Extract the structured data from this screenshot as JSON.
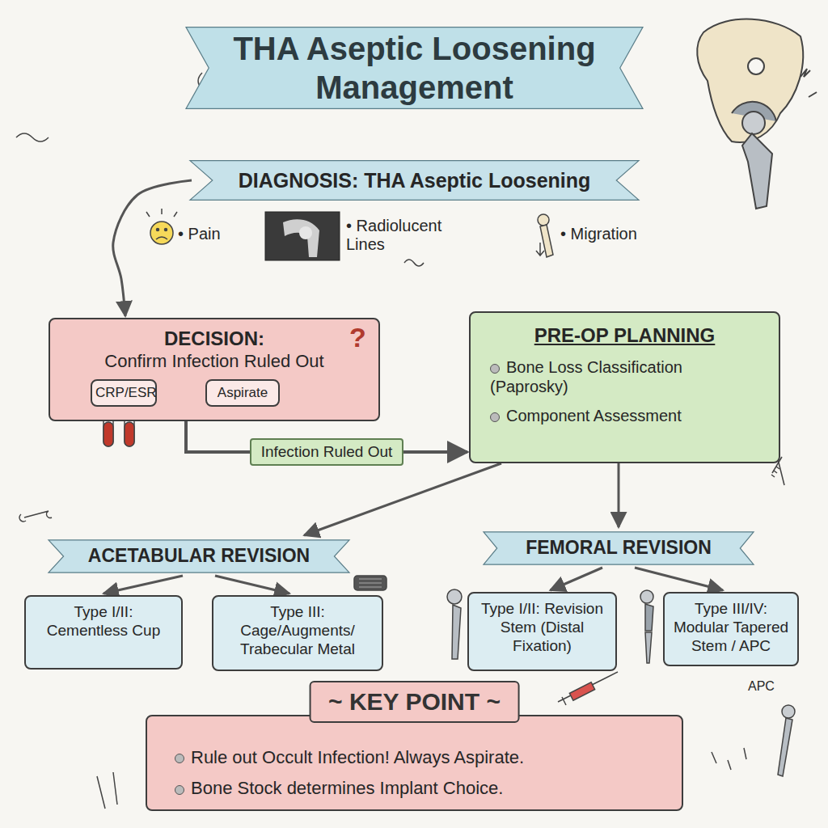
{
  "diagram": {
    "title": "THA Aseptic Loosening Management",
    "nodes": [
      {
        "text": [
          "DIAGNOSIS: THA Aseptic Loosening"
        ]
      },
      {
        "text": [
          "DECISION:",
          "Confirm Infection Ruled Out"
        ]
      },
      {
        "text": [
          "CRP/ESR"
        ],
        "in": 1
      },
      {
        "text": [
          "Aspirate"
        ],
        "in": 1
      },
      {
        "text": [
          "PRE-OP PLANNING",
          "Bone Loss Classification (Paprosky)",
          "Component Assessment"
        ]
      },
      {
        "text": [
          "ACETABULAR REVISION"
        ]
      },
      {
        "text": [
          "FEMORAL REVISION"
        ]
      },
      {
        "text": [
          "Type I/II: Cementless Cup"
        ]
      },
      {
        "text": [
          "Type III: Cage/Augments/ Trabecular Metal"
        ]
      },
      {
        "text": [
          "Type I/II: Revision Stem (Distal Fixation)"
        ]
      },
      {
        "text": [
          "Type III/IV: Modular Tapered Stem / APC"
        ]
      },
      {
        "text": [
          "~ KEY POINT ~",
          "Rule out Occult Infection! Always Aspirate.",
          "Bone Stock determines Implant Choice."
        ]
      }
    ],
    "edges": [
      {
        "from": 0,
        "to": 1,
        "arrow": "to"
      },
      {
        "from": 1,
        "to": 4,
        "label": "Infection Ruled Out",
        "arrow": "to"
      },
      {
        "from": 4,
        "to": 5,
        "arrow": "to"
      },
      {
        "from": 4,
        "to": 6,
        "arrow": "to"
      },
      {
        "from": 5,
        "to": 7,
        "arrow": "to"
      },
      {
        "from": 5,
        "to": 8,
        "arrow": "to"
      },
      {
        "from": 6,
        "to": 9,
        "arrow": "to"
      },
      {
        "from": 6,
        "to": 10,
        "arrow": "to"
      }
    ],
    "labels": [
      "• Pain",
      "• Radiolucent Lines",
      "• Migration",
      "?",
      "APC"
    ]
  }
}
